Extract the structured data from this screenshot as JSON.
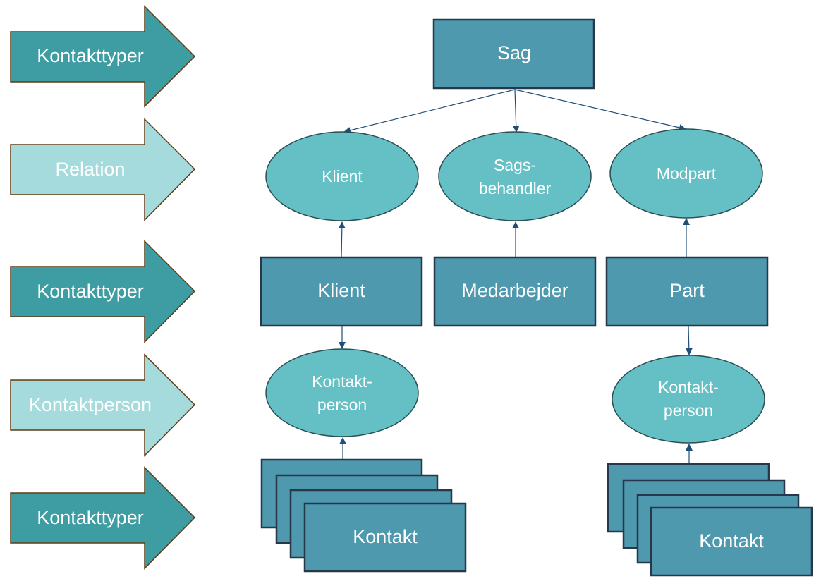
{
  "colors": {
    "box_fill": "#4e99ae",
    "box_border": "#26384a",
    "ellipse_fill": "#65c0c5",
    "arrow_dark": "#3d9da2",
    "arrow_light": "#a5dbdc",
    "arrow_border": "#5e3b14",
    "connector": "#1f4e79",
    "text": "#ffffff"
  },
  "legend_arrows": [
    {
      "label": "Kontakttyper",
      "style": "dark"
    },
    {
      "label": "Relation",
      "style": "light"
    },
    {
      "label": "Kontakttyper",
      "style": "dark"
    },
    {
      "label": "Kontaktperson",
      "style": "light"
    },
    {
      "label": "Kontakttyper",
      "style": "dark"
    }
  ],
  "nodes": {
    "sag": {
      "label": "Sag",
      "shape": "rectangle"
    },
    "rel_klient": {
      "label": "Klient",
      "shape": "ellipse"
    },
    "rel_sagsbehandler": {
      "line1": "Sags-",
      "line2": "behandler",
      "shape": "ellipse"
    },
    "rel_modpart": {
      "label": "Modpart",
      "shape": "ellipse"
    },
    "type_klient": {
      "label": "Klient",
      "shape": "rectangle"
    },
    "type_medarbejder": {
      "label": "Medarbejder",
      "shape": "rectangle"
    },
    "type_part": {
      "label": "Part",
      "shape": "rectangle"
    },
    "kp_left": {
      "line1": "Kontakt-",
      "line2": "person",
      "shape": "ellipse"
    },
    "kp_right": {
      "line1": "Kontakt-",
      "line2": "person",
      "shape": "ellipse"
    },
    "kontakt_left": {
      "label": "Kontakt",
      "shape": "stacked-rectangles"
    },
    "kontakt_right": {
      "label": "Kontakt",
      "shape": "stacked-rectangles"
    }
  },
  "edges": [
    {
      "from": "sag",
      "to": "rel_klient"
    },
    {
      "from": "sag",
      "to": "rel_sagsbehandler"
    },
    {
      "from": "sag",
      "to": "rel_modpart"
    },
    {
      "from": "type_klient",
      "to": "rel_klient"
    },
    {
      "from": "type_medarbejder",
      "to": "rel_sagsbehandler"
    },
    {
      "from": "type_part",
      "to": "rel_modpart"
    },
    {
      "from": "type_klient",
      "to": "kp_left"
    },
    {
      "from": "type_part",
      "to": "kp_right"
    },
    {
      "from": "kontakt_left",
      "to": "kp_left"
    },
    {
      "from": "kontakt_right",
      "to": "kp_right"
    }
  ]
}
